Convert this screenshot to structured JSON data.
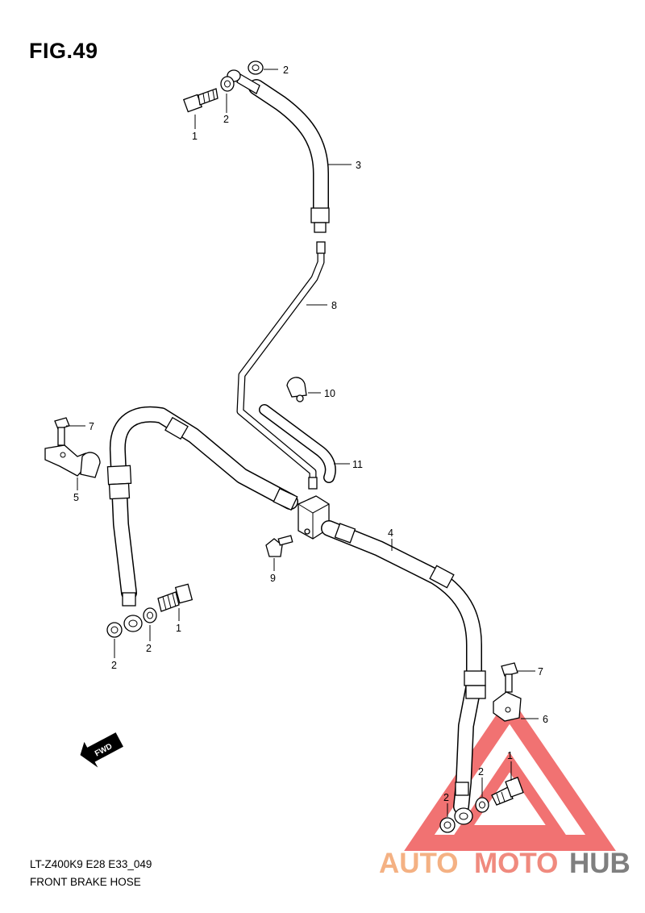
{
  "figure": {
    "title": "FIG.49"
  },
  "footer": {
    "model_code": "LT-Z400K9  E28 E33_049",
    "section_name": "FRONT BRAKE HOSE"
  },
  "fwd_label": "FWD",
  "callouts": [
    {
      "id": "c1a",
      "text": "1"
    },
    {
      "id": "c2a",
      "text": "2"
    },
    {
      "id": "c2b",
      "text": "2"
    },
    {
      "id": "c3",
      "text": "3"
    },
    {
      "id": "c8",
      "text": "8"
    },
    {
      "id": "c10",
      "text": "10"
    },
    {
      "id": "c7a",
      "text": "7"
    },
    {
      "id": "c5",
      "text": "5"
    },
    {
      "id": "c11",
      "text": "11"
    },
    {
      "id": "c4",
      "text": "4"
    },
    {
      "id": "c9",
      "text": "9"
    },
    {
      "id": "c1b",
      "text": "1"
    },
    {
      "id": "c2c",
      "text": "2"
    },
    {
      "id": "c2d",
      "text": "2"
    },
    {
      "id": "c7b",
      "text": "7"
    },
    {
      "id": "c6",
      "text": "6"
    },
    {
      "id": "c1c",
      "text": "1"
    },
    {
      "id": "c2e",
      "text": "2"
    },
    {
      "id": "c2f",
      "text": "2"
    }
  ],
  "watermark": {
    "words": [
      "AUTO",
      "MOTO",
      "HUB"
    ],
    "colors": {
      "auto": "#f4b183",
      "moto": "#f08a7e",
      "hub": "#7f7f7f",
      "triangle": "#ef5a5a"
    }
  }
}
